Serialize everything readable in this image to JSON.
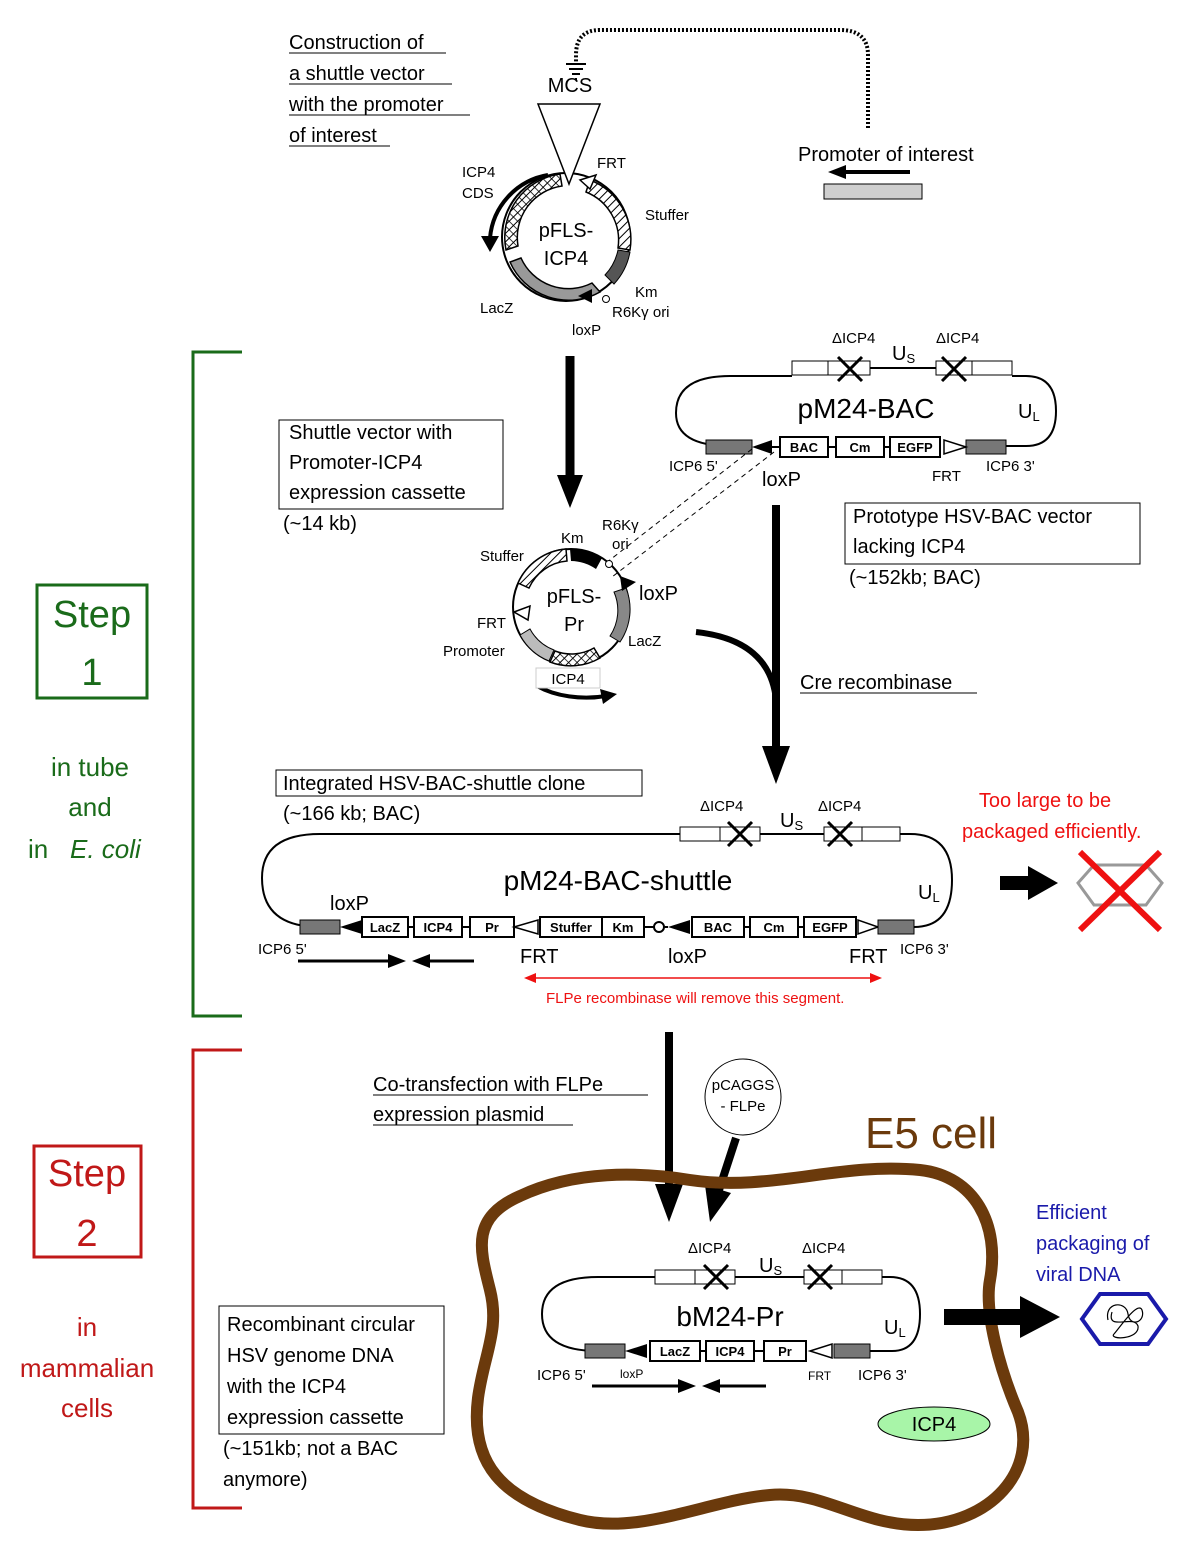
{
  "top_caption": [
    "Construction of",
    "a shuttle vector",
    "with the promoter",
    "of interest"
  ],
  "promoter_of_interest": "Promoter of interest",
  "pfls_icp4": {
    "name_line1": "pFLS-",
    "name_line2": "ICP4",
    "mcs": "MCS",
    "frt": "FRT",
    "stuffer": "Stuffer",
    "km": "Km",
    "r6k_ori": "R6Kγ ori",
    "loxp": "loxP",
    "lacz": "LacZ",
    "icp4_cds_line1": "ICP4",
    "icp4_cds_line2": "CDS"
  },
  "step1": {
    "label_line1": "Step",
    "label_line2": "1",
    "sub_line1": "in tube",
    "sub_line2": "and",
    "sub_line3_a": "in",
    "sub_line3_b": "E. coli",
    "color": "#1a6b1a"
  },
  "step2": {
    "label_line1": "Step",
    "label_line2": "2",
    "sub_line1": "in",
    "sub_line2": "mammalian",
    "sub_line3": "cells",
    "color": "#c01818"
  },
  "pm24_bac": {
    "name": "pM24-BAC",
    "delta_icp4": "ΔICP4",
    "us": "U",
    "us_sub": "S",
    "ul": "U",
    "ul_sub": "L",
    "bac": "BAC",
    "cm": "Cm",
    "egfp": "EGFP",
    "frt": "FRT",
    "loxp": "loxP",
    "icp6_5": "ICP6 5'",
    "icp6_3": "ICP6 3'"
  },
  "shuttle_box": [
    "Shuttle vector with",
    "Promoter-ICP4",
    "expression cassette"
  ],
  "shuttle_size": "(~14 kb)",
  "prototype_box": [
    "Prototype HSV-BAC vector",
    "lacking ICP4"
  ],
  "prototype_size": "(~152kb; BAC)",
  "pfls_pr": {
    "name_line1": "pFLS-",
    "name_line2": "Pr",
    "km": "Km",
    "r6k_line1": "R6Kγ",
    "r6k_line2": "ori",
    "stuffer": "Stuffer",
    "loxp": "loxP",
    "frt": "FRT",
    "lacz": "LacZ",
    "promoter": "Promoter",
    "icp4": "ICP4"
  },
  "cre": "Cre recombinase",
  "integrated_box": "Integrated HSV-BAC-shuttle clone",
  "integrated_size": "(~166 kb; BAC)",
  "shuttle_genome": {
    "name": "pM24-BAC-shuttle",
    "loxp_left": "loxP",
    "loxp_mid": "loxP",
    "frt_mid": "FRT",
    "frt_right": "FRT",
    "lacz": "LacZ",
    "icp4": "ICP4",
    "pr": "Pr",
    "stuffer": "Stuffer",
    "km": "Km",
    "bac": "BAC",
    "cm": "Cm",
    "egfp": "EGFP",
    "icp6_5": "ICP6 5'",
    "icp6_3": "ICP6 3'"
  },
  "too_large": [
    "Too large to be",
    "packaged efficiently."
  ],
  "flpe_note": "FLPe recombinase will remove this segment.",
  "cotransfection": [
    "Co-transfection with FLPe",
    "expression plasmid"
  ],
  "pcaggs": [
    "pCAGGS",
    "- FLPe"
  ],
  "e5_cell": "E5 cell",
  "bm24_pr": {
    "name": "bM24-Pr",
    "lacz": "LacZ",
    "icp4": "ICP4",
    "pr": "Pr",
    "loxp": "loxP",
    "frt": "FRT",
    "icp6_5": "ICP6 5'",
    "icp6_3": "ICP6 3'"
  },
  "icp4_protein": "ICP4",
  "efficient": [
    "Efficient",
    "packaging of",
    "viral DNA"
  ],
  "recombinant_box": [
    "Recombinant circular",
    "HSV genome DNA",
    "with the ICP4",
    "expression cassette"
  ],
  "recombinant_size": [
    "(~151kb; not a BAC",
    "anymore)"
  ],
  "colors": {
    "red": "#ee1111",
    "blue": "#1a1aaa",
    "brown": "#6b3a0c",
    "green_fill": "#a8f5a8",
    "gray_block": "#7a7a7a"
  }
}
